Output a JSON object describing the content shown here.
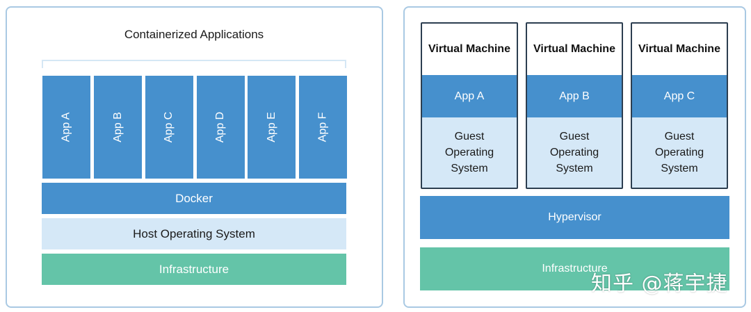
{
  "container_panel": {
    "title": "Containerized Applications",
    "apps": [
      "App A",
      "App B",
      "App C",
      "App D",
      "App E",
      "App F"
    ],
    "docker_label": "Docker",
    "host_os_label": "Host Operating System",
    "infrastructure_label": "Infrastructure"
  },
  "vm_panel": {
    "vms": [
      {
        "title": "Virtual Machine",
        "app": "App A",
        "guest_os": "Guest\nOperating\nSystem"
      },
      {
        "title": "Virtual Machine",
        "app": "App B",
        "guest_os": "Guest\nOperating\nSystem"
      },
      {
        "title": "Virtual Machine",
        "app": "App C",
        "guest_os": "Guest\nOperating\nSystem"
      }
    ],
    "hypervisor_label": "Hypervisor",
    "infrastructure_label": "Infrastructure"
  },
  "watermark": "知乎 @蒋宇捷",
  "colors": {
    "blue": "#4690cd",
    "light_blue": "#d5e8f7",
    "teal": "#64c4a8",
    "panel_border": "#a9c9e3"
  }
}
